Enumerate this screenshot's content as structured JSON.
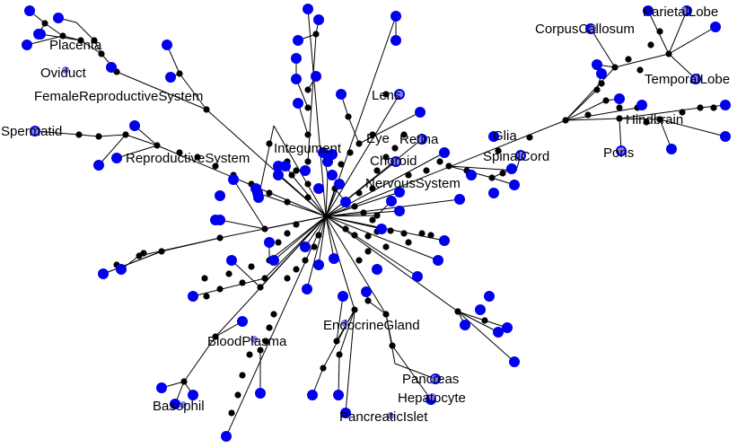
{
  "graph": {
    "colors": {
      "leaf": "#0000ee",
      "internal": "#000000",
      "edge": "#000000",
      "label_node": "#8080ff"
    },
    "labels": {
      "placenta": "Placenta",
      "oviduct": "Oviduct",
      "female_reproductive_system": "FemaleReproductiveSystem",
      "spermatid": "Spermatid",
      "reproductive_system": "ReproductiveSystem",
      "integument": "Integument",
      "lens": "Lens",
      "eye": "Eye",
      "retina": "Retina",
      "choroid": "Choroid",
      "nervous_system": "NervousSystem",
      "glia": "Glia",
      "spinal_cord": "SpinalCord",
      "corpus_callosum": "CorpusCallosum",
      "parietal_lobe": "ParietalLobe",
      "temporal_lobe": "TemporalLobe",
      "hindbrain": "Hindbrain",
      "pons": "Pons",
      "blood_plasma": "BloodPlasma",
      "basophil": "Basophil",
      "endocrine_gland": "EndocrineGland",
      "pancreas": "Pancreas",
      "hepatocyte": "Hepatocyte",
      "pancreatic_islet": "PancreaticIslet"
    }
  }
}
